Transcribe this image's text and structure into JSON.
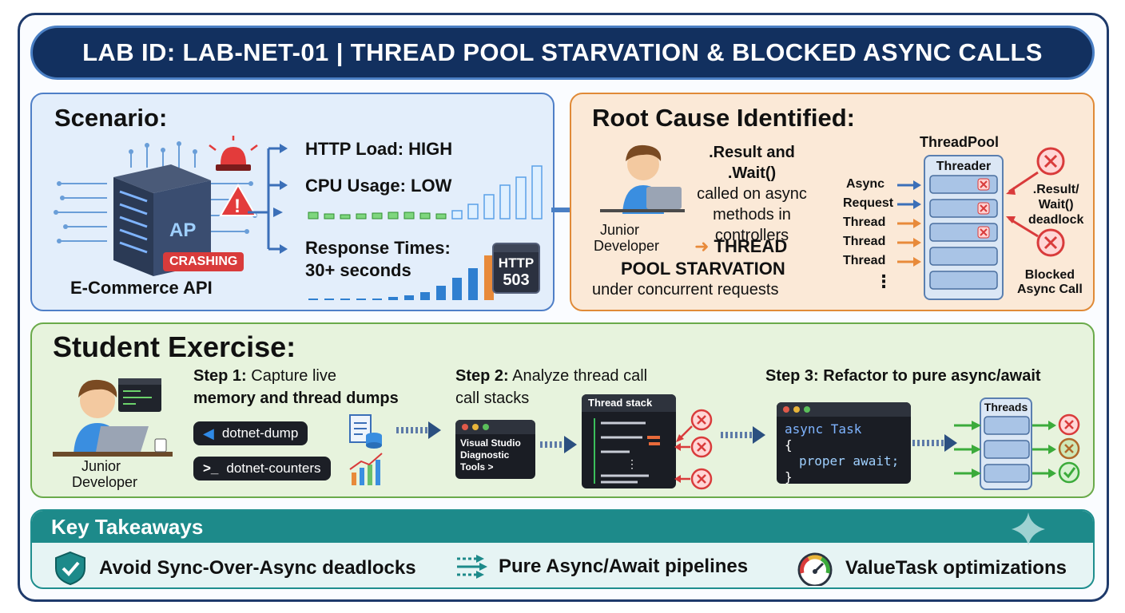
{
  "title": "LAB ID: LAB-NET-01 | THREAD POOL STARVATION & BLOCKED ASYNC CALLS",
  "scenario": {
    "heading": "Scenario:",
    "api_label": "AP",
    "crash_badge": "CRASHING",
    "caption": "E-Commerce API",
    "metrics": [
      "HTTP Load: HIGH",
      "CPU Usage: LOW",
      "Response Times:",
      "30+ seconds"
    ],
    "http_box": [
      "HTTP",
      "503"
    ]
  },
  "root_cause": {
    "heading": "Root Cause Identified:",
    "dev_caption": [
      "Junior",
      "Developer"
    ],
    "desc_lines": [
      ".Result and .Wait()",
      "called on async",
      "methods in",
      "controllers"
    ],
    "starvation_lines": [
      "THREAD",
      "POOL STARVATION"
    ],
    "under_line": "under concurrent requests",
    "pool_title": "ThreadPool",
    "pool_header": "Threader",
    "left_labels": [
      "Async",
      "Request",
      "Thread",
      "Thread",
      "Thread"
    ],
    "right_top": [
      ".Result/",
      "Wait()",
      "deadlock"
    ],
    "right_bottom": [
      "Blocked",
      "Async Call"
    ]
  },
  "exercise": {
    "heading": "Student Exercise:",
    "dev_caption": [
      "Junior",
      "Developer"
    ],
    "step1_bold": "Step 1:",
    "step1_rest": "Capture live",
    "step1_line2": "memory and thread dumps",
    "tools": [
      "dotnet-dump",
      "dotnet-counters"
    ],
    "step2_bold": "Step 2:",
    "step2_rest": "Analyze thread call",
    "step2_line2": "call stacks",
    "vs_lines": [
      "Visual Studio",
      "Diagnostic",
      "Tools >"
    ],
    "thread_stack_title": "Thread stack",
    "step3_bold": "Step 3:",
    "step3_rest": "Refactor to pure async/await",
    "code_lines": [
      "async Task",
      "{",
      "proper await;",
      "}"
    ],
    "threads_title": "Threads"
  },
  "takeaways": {
    "heading": "Key Takeaways",
    "items": [
      "Avoid Sync-Over-Async deadlocks",
      "Pure Async/Await pipelines",
      "ValueTask optimizations"
    ]
  },
  "colors": {
    "navy": "#12305f",
    "orange": "#e08a37",
    "green": "#6aaa4a",
    "teal": "#1d8a8a",
    "red": "#d93b3b"
  }
}
